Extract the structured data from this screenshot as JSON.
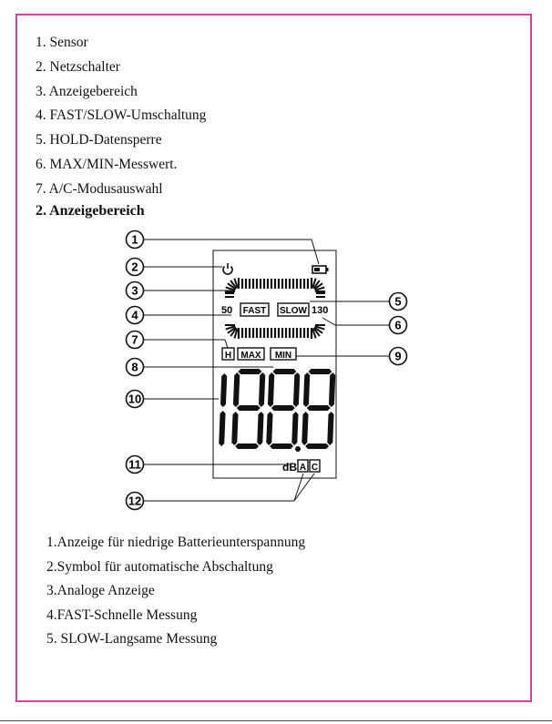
{
  "list1": [
    "1. Sensor",
    "2. Netzschalter",
    "3. Anzeigebereich",
    "4. FAST/SLOW-Umschaltung",
    "5. HOLD-Datensperre",
    "6. MAX/MIN-Messwert.",
    "7. A/C-Modusauswahl"
  ],
  "heading": "2. Anzeigebereich",
  "diagram": {
    "callouts": [
      "1",
      "2",
      "3",
      "4",
      "5",
      "6",
      "7",
      "8",
      "9",
      "10",
      "11",
      "12"
    ],
    "scale_min": "50",
    "scale_max": "130",
    "fast": "FAST",
    "slow": "SLOW",
    "hold": "H",
    "max": "MAX",
    "min": "MIN",
    "unit_db": "dB",
    "mode_a": "A",
    "mode_c": "C"
  },
  "list2": [
    "1.Anzeige für niedrige Batterieunterspannung",
    "2.Symbol für automatische Abschaltung",
    "3.Analoge Anzeige",
    "4.FAST-Schnelle Messung",
    "5. SLOW-Langsame Messung"
  ]
}
